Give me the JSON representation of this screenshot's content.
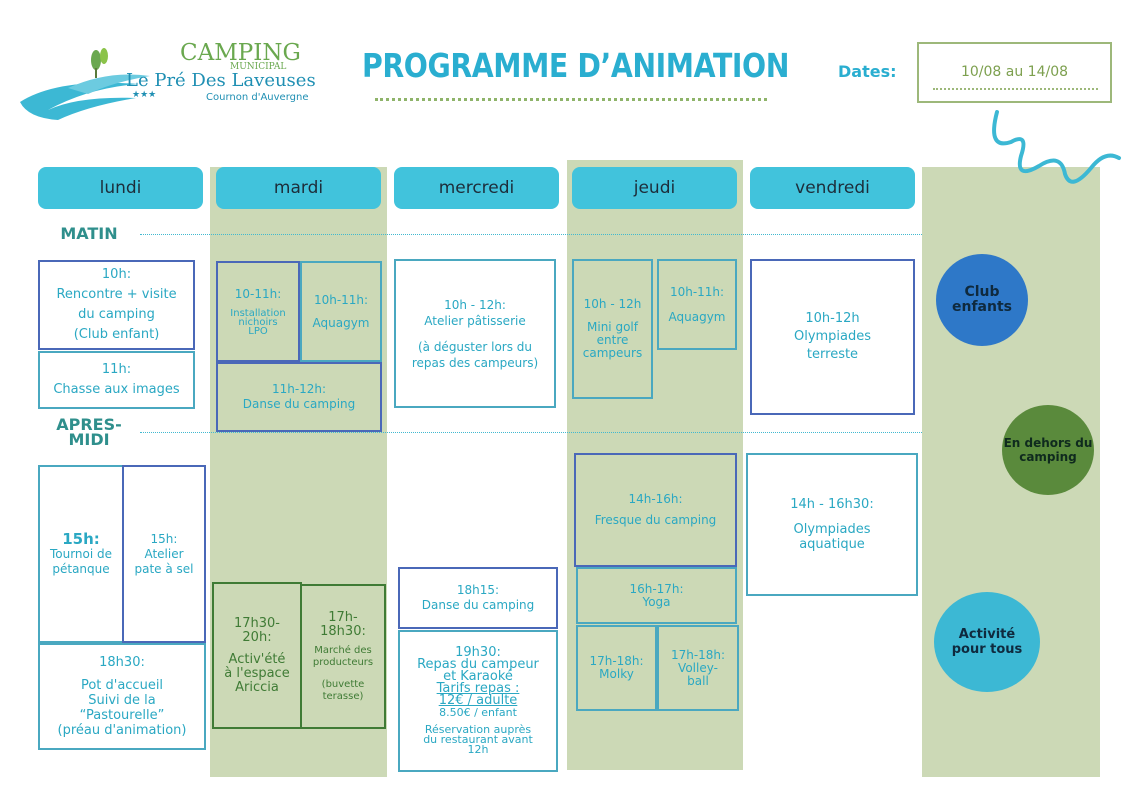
{
  "logo": {
    "camping": "CAMPING",
    "municipal": "MUNICIPAL",
    "name": "Le Pré Des Laveuses",
    "stars": "★★★",
    "location": "Cournon d'Auvergne"
  },
  "title": "PROGRAMME D’ANIMATION",
  "dates": {
    "label": "Dates:",
    "value": "10/08 au 14/08"
  },
  "days": [
    "lundi",
    "mardi",
    "mercredi",
    "jeudi",
    "vendredi"
  ],
  "sections": {
    "morning": "MATIN",
    "afternoon_1": "APRES-",
    "afternoon_2": "MIDI"
  },
  "legend": {
    "club": "Club enfants",
    "outside": "En dehors du camping",
    "all": "Activité pour tous"
  },
  "events": {
    "lundi": {
      "e1": [
        "10h:",
        "Rencontre + visite",
        "du camping",
        "(Club enfant)"
      ],
      "e2": [
        "11h:",
        "Chasse aux images"
      ],
      "e3": [
        "15h:",
        "Tournoi de",
        "pétanque"
      ],
      "e4": [
        "15h:",
        "Atelier",
        "pate à sel"
      ],
      "e5": [
        "18h30:",
        "",
        "Pot d'accueil",
        "Suivi de la",
        "“Pastourelle”",
        "(préau d'animation)"
      ]
    },
    "mardi": {
      "e1": [
        "10-11h:",
        "",
        "Installation",
        "nichoirs",
        "LPO"
      ],
      "e2": [
        "10h-11h:",
        "",
        "Aquagym"
      ],
      "e3": [
        "11h-12h:",
        "Danse du camping"
      ],
      "e4": [
        "17h30-",
        "20h:",
        "",
        "Activ'été",
        "à l'espace",
        "Ariccia"
      ],
      "e5": [
        "17h-",
        "18h30:",
        "",
        "Marché des",
        "producteurs",
        "",
        "(buvette",
        "terasse)"
      ]
    },
    "mercredi": {
      "e1": [
        "10h - 12h:",
        "Atelier pâtisserie",
        "",
        "(à déguster lors du",
        "repas des campeurs)"
      ],
      "e2": [
        "18h15:",
        "Danse du camping"
      ],
      "e3": [
        "19h30:",
        "Repas du campeur",
        "et Karaoké",
        "Tarifs repas :",
        "12€ / adulte",
        "8.50€ / enfant",
        "",
        "Réservation auprès",
        "du restaurant avant",
        "12h"
      ]
    },
    "jeudi": {
      "e1": [
        "10h - 12h",
        "",
        "Mini golf",
        "entre",
        "campeurs"
      ],
      "e2": [
        "10h-11h:",
        "",
        "Aquagym"
      ],
      "e3": [
        "14h-16h:",
        "",
        "Fresque du camping"
      ],
      "e4": [
        "16h-17h:",
        "Yoga"
      ],
      "e5": [
        "17h-18h:",
        "Molky"
      ],
      "e6": [
        "17h-18h:",
        "Volley-",
        "ball"
      ]
    },
    "vendredi": {
      "e1": [
        "10h-12h",
        "Olympiades",
        "terreste"
      ],
      "e2": [
        "14h - 16h30:",
        "",
        "Olympiades",
        "aquatique"
      ]
    }
  },
  "colors": {
    "accent": "#41c3dc",
    "green_column": "#ccd9b6",
    "club_blue": "#2e78c8",
    "outside_green": "#5a8a3c",
    "all_teal": "#3cb8d4"
  }
}
